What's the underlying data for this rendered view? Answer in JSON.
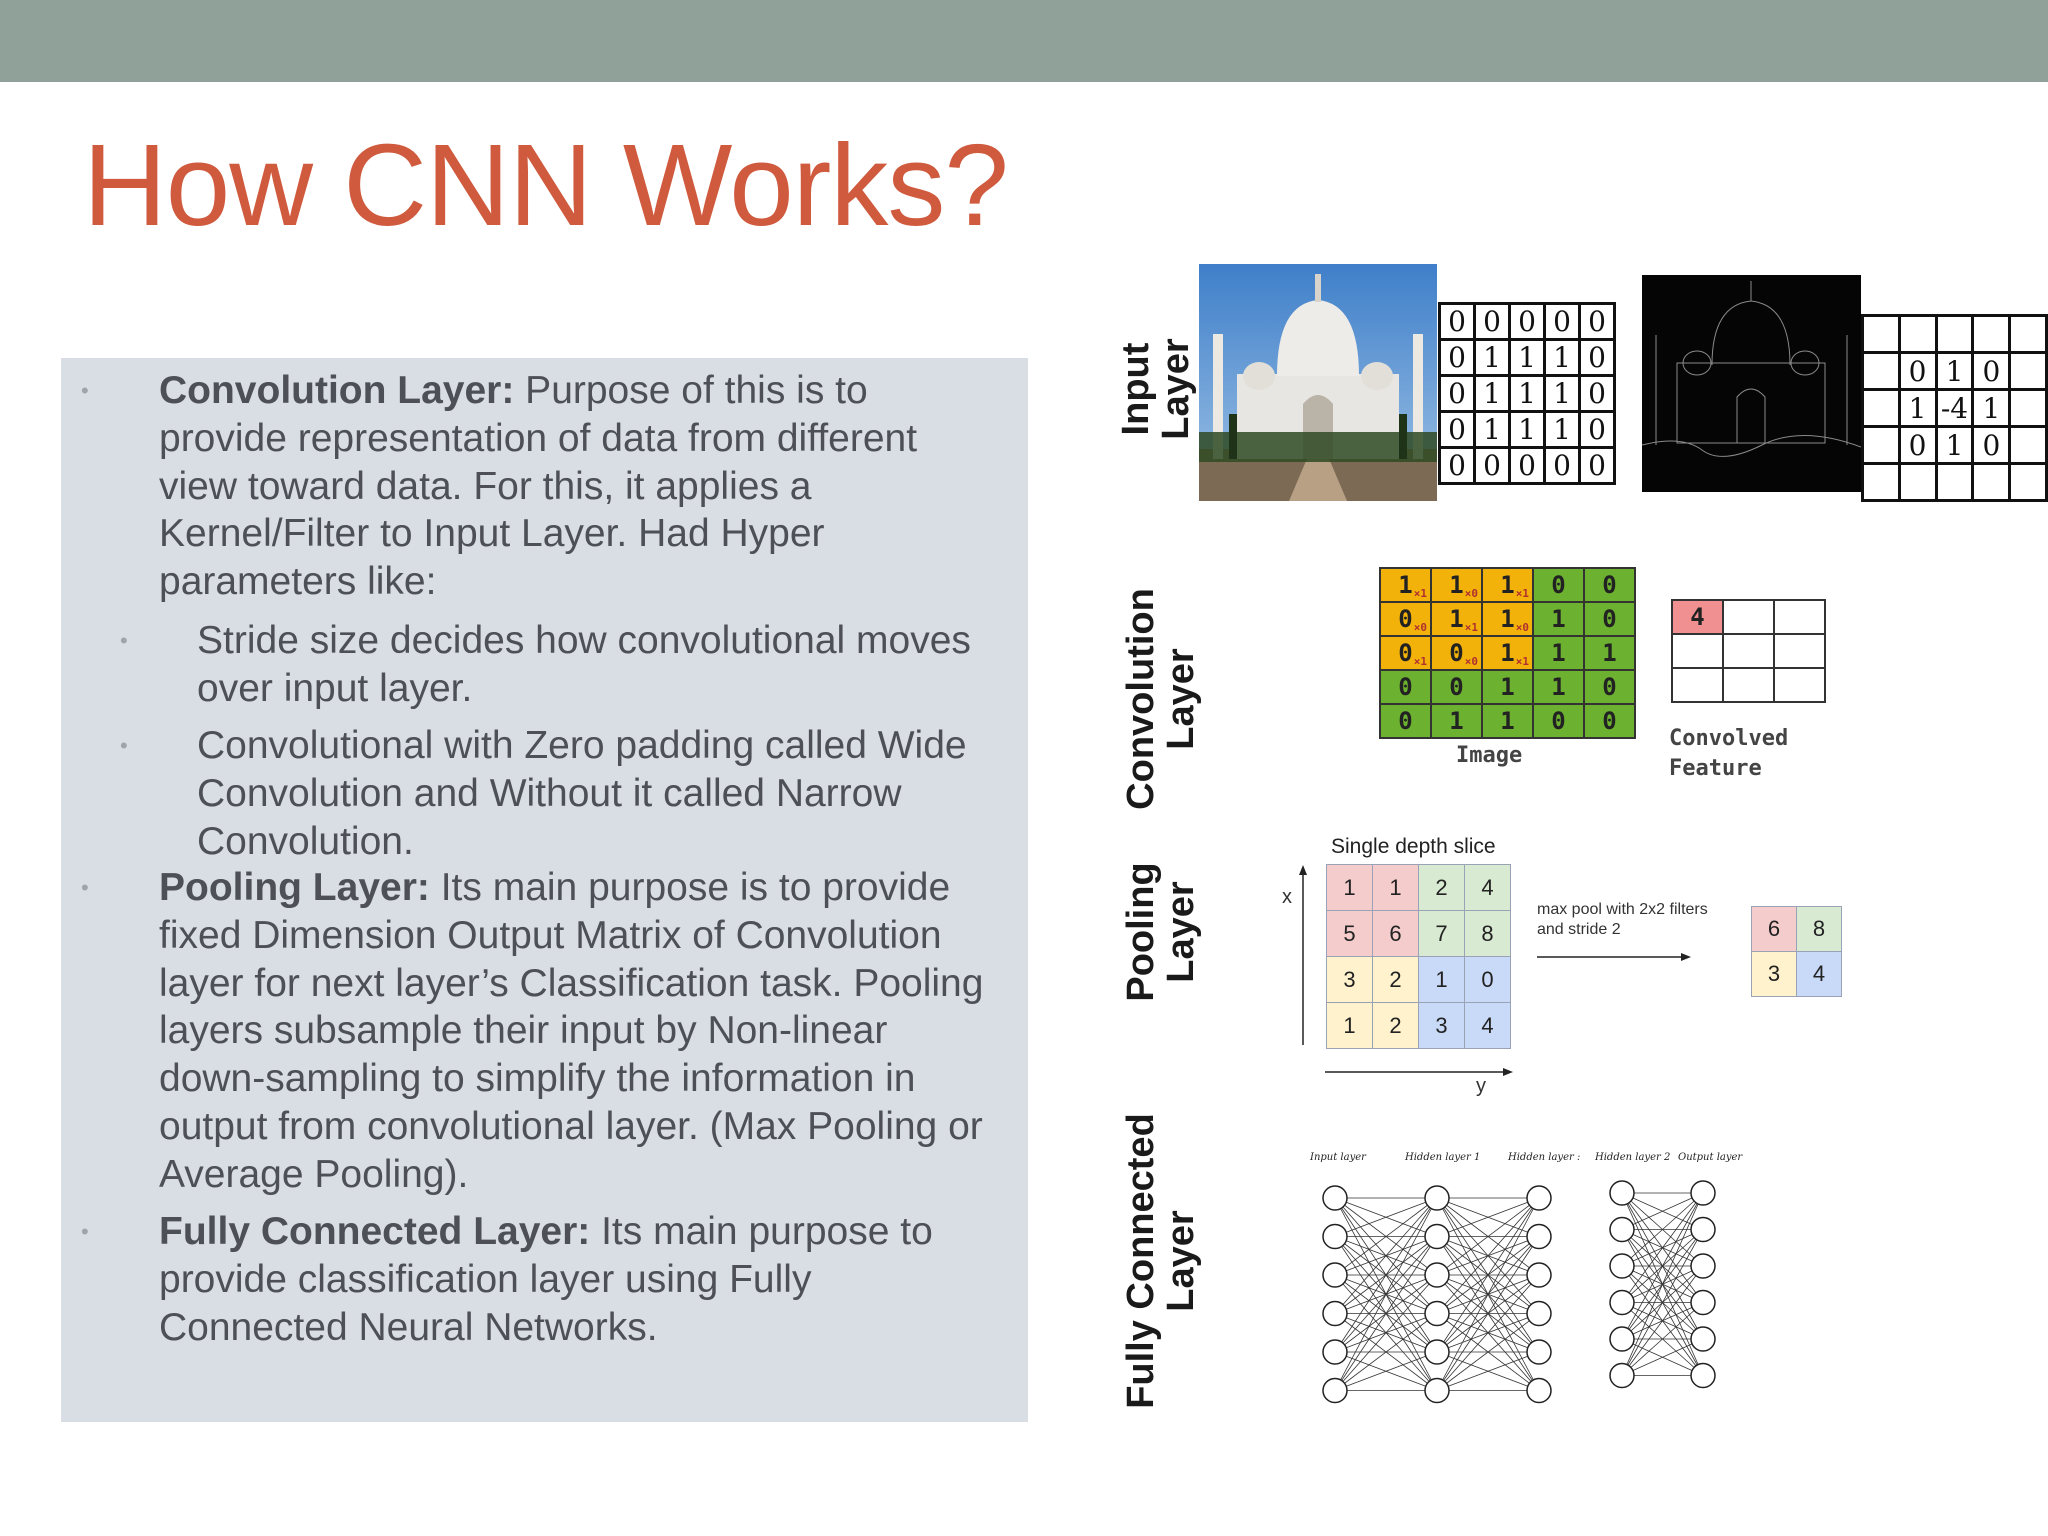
{
  "title": "How CNN Works?",
  "bullets": {
    "conv_head": "Convolution Layer:",
    "conv_body": [
      " Purpose of this is to",
      "provide representation of data from different",
      "view toward data. For this, it applies a",
      "Kernel/Filter to Input Layer. Had Hyper",
      "parameters like:"
    ],
    "stride": [
      "Stride size decides how convolutional moves",
      "over input layer."
    ],
    "padding": [
      "Convolutional with Zero padding called Wide",
      "Convolution and Without it called Narrow",
      "Convolution."
    ],
    "pool_head": "Pooling Layer:",
    "pool_body": [
      " Its main purpose is to provide",
      "fixed Dimension Output Matrix of Convolution",
      "layer for next layer’s Classification task. Pooling",
      "layers subsample their input by Non-linear",
      "down-sampling to simplify the information in",
      "output from convolutional layer. (Max Pooling or",
      "Average Pooling)."
    ],
    "fc_head": "Fully Connected Layer:",
    "fc_body": [
      " Its main purpose to",
      "provide classification layer using Fully",
      "Connected Neural Networks."
    ]
  },
  "labels": {
    "input": [
      "Input",
      "Layer"
    ],
    "conv": [
      "Convolution",
      "Layer"
    ],
    "pool": [
      "Pooling",
      "Layer"
    ],
    "fc": [
      "Fully Connected",
      "Layer"
    ]
  },
  "input_matrix": [
    [
      "0",
      "0",
      "0",
      "0",
      "0"
    ],
    [
      "0",
      "1",
      "1",
      "1",
      "0"
    ],
    [
      "0",
      "1",
      "1",
      "1",
      "0"
    ],
    [
      "0",
      "1",
      "1",
      "1",
      "0"
    ],
    [
      "0",
      "0",
      "0",
      "0",
      "0"
    ]
  ],
  "kernel_matrix": [
    [
      "",
      "",
      "",
      "",
      ""
    ],
    [
      "",
      "0",
      "1",
      "0",
      ""
    ],
    [
      "",
      "1",
      "-4",
      "1",
      ""
    ],
    [
      "",
      "0",
      "1",
      "0",
      ""
    ],
    [
      "",
      "",
      "",
      "",
      ""
    ]
  ],
  "conv_image": [
    [
      "1",
      "1",
      "1",
      "0",
      "0"
    ],
    [
      "0",
      "1",
      "1",
      "1",
      "0"
    ],
    [
      "0",
      "0",
      "1",
      "1",
      "1"
    ],
    [
      "0",
      "0",
      "1",
      "1",
      "0"
    ],
    [
      "0",
      "1",
      "1",
      "0",
      "0"
    ]
  ],
  "conv_subs": [
    [
      "×1",
      "×0",
      "×1"
    ],
    [
      "×0",
      "×1",
      "×0"
    ],
    [
      "×1",
      "×0",
      "×1"
    ]
  ],
  "conv_caption": "Image",
  "convolved_value": "4",
  "convolved_caption": [
    "Convolved",
    "Feature"
  ],
  "pool": {
    "title": "Single depth slice",
    "x_label": "x",
    "y_label": "y",
    "matrix": [
      [
        "1",
        "1",
        "2",
        "4"
      ],
      [
        "5",
        "6",
        "7",
        "8"
      ],
      [
        "3",
        "2",
        "1",
        "0"
      ],
      [
        "1",
        "2",
        "3",
        "4"
      ]
    ],
    "arrow_text": [
      "max pool with 2x2 filters",
      "and stride 2"
    ],
    "output": [
      [
        "6",
        "8"
      ],
      [
        "3",
        "4"
      ]
    ],
    "colors": {
      "red": "#f4cccc",
      "green": "#d9ead3",
      "yellow": "#fff2cc",
      "blue": "#c9daf8"
    }
  },
  "fc": {
    "layer_titles": [
      "Input layer",
      "Hidden layer 1",
      "Hidden layer :",
      "Hidden layer 2",
      "Output layer"
    ]
  },
  "colors": {
    "title": "#d05a3e",
    "topbar": "#8fa198",
    "textbox": "#d9dde4"
  }
}
